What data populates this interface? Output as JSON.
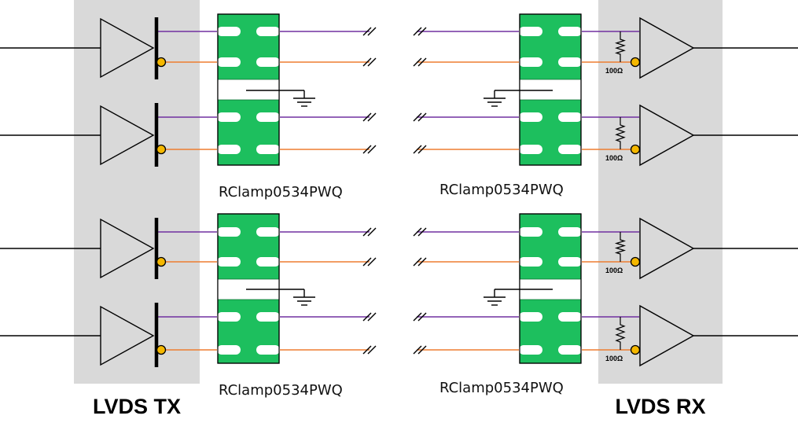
{
  "labels": {
    "tx_block": "LVDS TX",
    "rx_block": "LVDS RX",
    "parts": [
      "RClamp0534PWQ",
      "RClamp0534PWQ",
      "RClamp0534PWQ",
      "RClamp0534PWQ"
    ],
    "resistor": "100Ω"
  },
  "channels": 4,
  "colors": {
    "panel": "#d9d9d9",
    "chip": "#1dbf5e",
    "positive_line": "#7030a0",
    "negative_line": "#ed7d31",
    "dot_fill": "#f5b800"
  }
}
